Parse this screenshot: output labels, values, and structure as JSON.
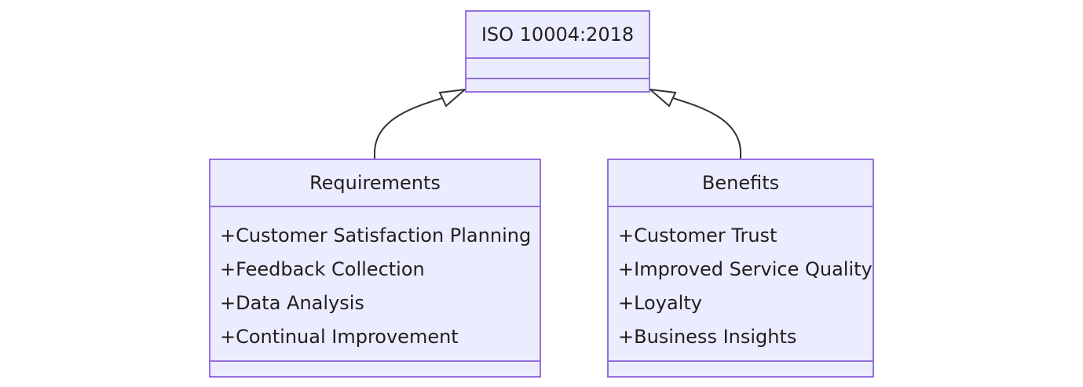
{
  "diagram": {
    "type": "class-diagram",
    "colors": {
      "box_fill": "#ececff",
      "box_stroke": "#9370db",
      "edge_stroke": "#333333",
      "text": "#1f1f1f"
    },
    "classes": {
      "iso": {
        "name": "ISO 10004:2018",
        "attributes": [],
        "methods": []
      },
      "requirements": {
        "name": "Requirements",
        "attributes": [
          "+Customer Satisfaction Planning",
          "+Feedback Collection",
          "+Data Analysis",
          "+Continual Improvement"
        ],
        "methods": []
      },
      "benefits": {
        "name": "Benefits",
        "attributes": [
          "+Customer Trust",
          "+Improved Service Quality",
          "+Loyalty",
          "+Business Insights"
        ],
        "methods": []
      }
    },
    "relations": [
      {
        "from": "Requirements",
        "to": "ISO 10004:2018",
        "type": "inheritance"
      },
      {
        "from": "Benefits",
        "to": "ISO 10004:2018",
        "type": "inheritance"
      }
    ]
  }
}
